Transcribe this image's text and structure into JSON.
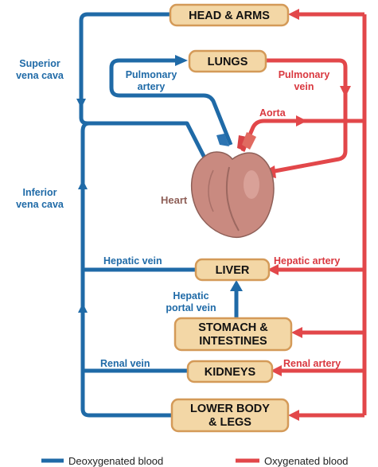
{
  "organs": {
    "head_arms": "HEAD & ARMS",
    "lungs": "LUNGS",
    "liver": "LIVER",
    "stomach_line1": "STOMACH &",
    "stomach_line2": "INTESTINES",
    "kidneys": "KIDNEYS",
    "lower_line1": "LOWER BODY",
    "lower_line2": "& LEGS"
  },
  "vessels": {
    "superior_line1": "Superior",
    "superior_line2": "vena cava",
    "pulmonary_artery_line1": "Pulmonary",
    "pulmonary_artery_line2": "artery",
    "pulmonary_vein_line1": "Pulmonary",
    "pulmonary_vein_line2": "vein",
    "aorta": "Aorta",
    "inferior_line1": "Inferior",
    "inferior_line2": "vena cava",
    "hepatic_vein": "Hepatic vein",
    "hepatic_artery": "Hepatic artery",
    "hepatic_portal_line1": "Hepatic",
    "hepatic_portal_line2": "portal vein",
    "renal_vein": "Renal vein",
    "renal_artery": "Renal artery"
  },
  "heart": "Heart",
  "legend": {
    "deoxygenated": "Deoxygenated blood",
    "oxygenated": "Oxygenated blood"
  },
  "colors": {
    "deoxygenated": "#1f6aa7",
    "oxygenated": "#e2474a",
    "organ_fill": "#f3d7a6",
    "heart": "#c98a80"
  }
}
